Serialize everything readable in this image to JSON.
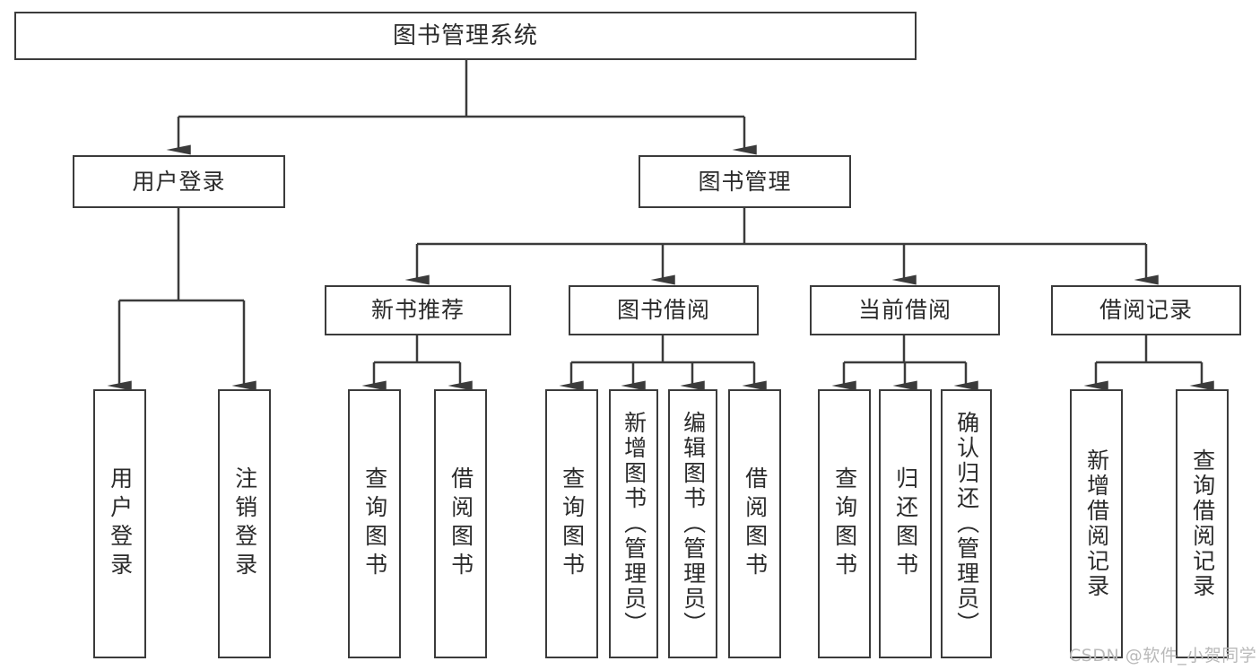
{
  "diagram": {
    "type": "tree",
    "title": "图书管理系统",
    "colors": {
      "background": "#ffffff",
      "stroke": "#3b3b3b",
      "text": "#2b2b2b",
      "watermark": "#b9b9b9"
    },
    "root": {
      "label": "图书管理系统"
    },
    "level1": [
      {
        "label": "用户登录"
      },
      {
        "label": "图书管理"
      }
    ],
    "level2": [
      {
        "label": "新书推荐"
      },
      {
        "label": "图书借阅"
      },
      {
        "label": "当前借阅"
      },
      {
        "label": "借阅记录"
      }
    ],
    "leaves": {
      "user_login": [
        {
          "label": "用户登录"
        },
        {
          "label": "注销登录"
        }
      ],
      "new_book": [
        {
          "label": "查询图书"
        },
        {
          "label": "借阅图书"
        }
      ],
      "book_borrow": [
        {
          "label": "查询图书"
        },
        {
          "label": "新增图书（管理员）"
        },
        {
          "label": "编辑图书（管理员）"
        },
        {
          "label": "借阅图书"
        }
      ],
      "current_borrow": [
        {
          "label": "查询图书"
        },
        {
          "label": "归还图书"
        },
        {
          "label": "确认归还（管理员）"
        }
      ],
      "borrow_record": [
        {
          "label": "新增借阅记录"
        },
        {
          "label": "查询借阅记录"
        }
      ]
    }
  },
  "watermark": {
    "text": "CSDN @软件_小贺同学"
  }
}
